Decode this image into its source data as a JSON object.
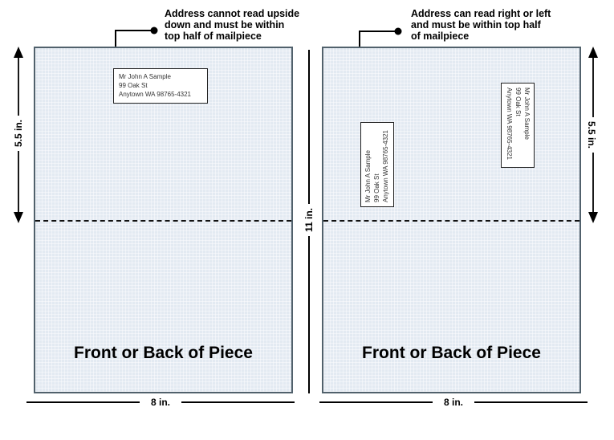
{
  "annotations": {
    "left": "Address cannot read upside\ndown and must be within\ntop half of mailpiece",
    "right": "Address can read right or left\nand must be within top half\nof mailpiece"
  },
  "address": "Mr John A Sample\n99 Oak St\nAnytown WA 98765-4321",
  "panels": {
    "left": {
      "label": "Front or Back of Piece",
      "width_label": "8 in.",
      "height_label": "5.5 in."
    },
    "right": {
      "label": "Front or Back of Piece",
      "width_label": "8 in.",
      "height_label": "5.5 in."
    }
  },
  "dimensions": {
    "total_height": "11 in."
  },
  "colors": {
    "panel_fill": "#e3eaf2",
    "panel_border": "#51616c",
    "line": "#000000",
    "label_bg": "#ffffff"
  }
}
